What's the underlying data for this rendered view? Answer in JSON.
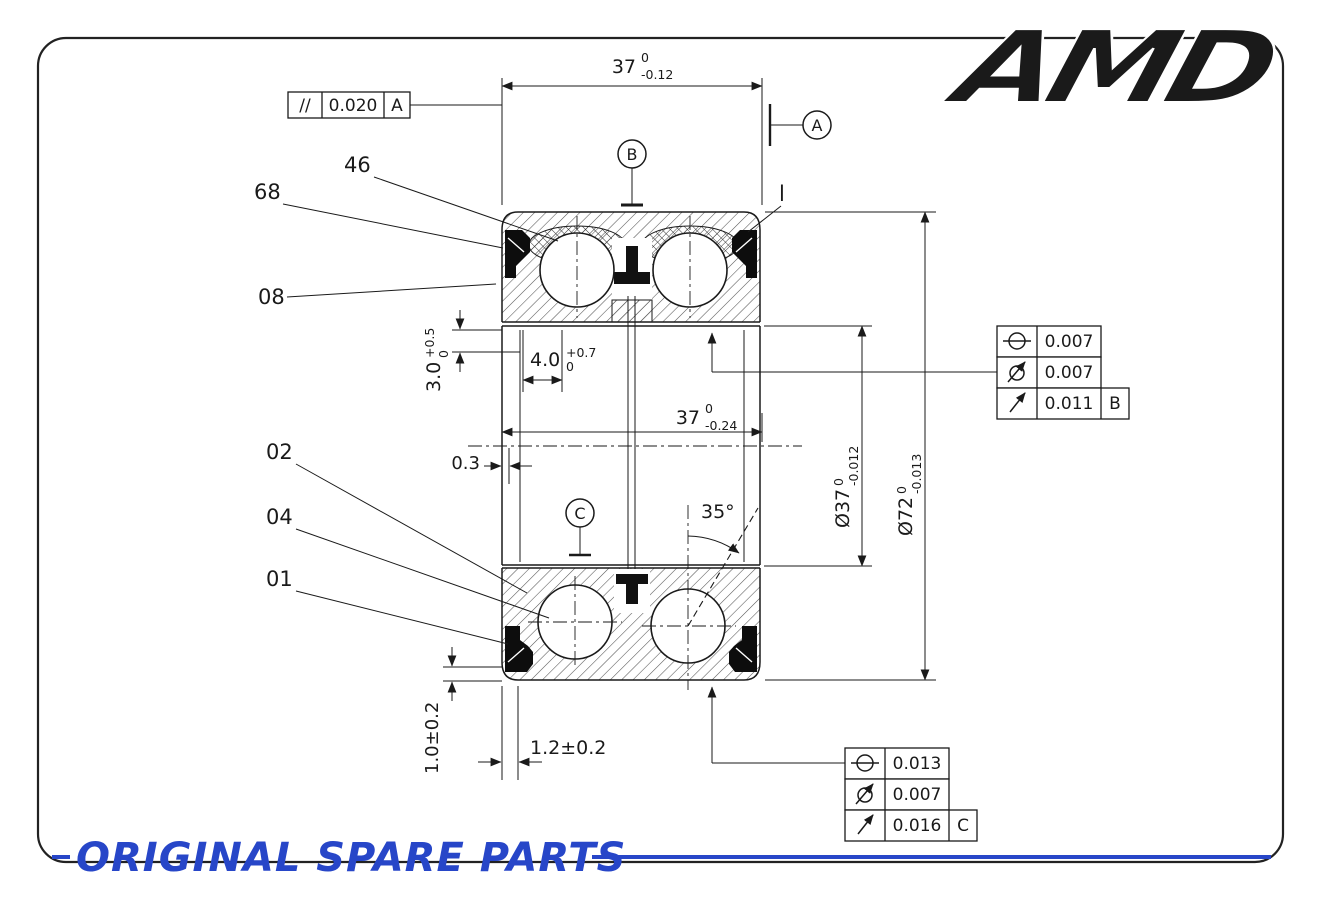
{
  "logo": {
    "text": "AMD"
  },
  "footer": {
    "text": "ORIGINAL SPARE PARTS"
  },
  "colors": {
    "brand_navy": "#16377E",
    "footer_blue": "#2746C8",
    "line": "#1a1a1a"
  },
  "part_labels": {
    "p68": "68",
    "p46": "46",
    "p08": "08",
    "p02": "02",
    "p04": "04",
    "p01": "01",
    "pl": "l"
  },
  "datums": {
    "a": "A",
    "b": "B",
    "c": "C"
  },
  "dimensions": {
    "width_outer": {
      "value": "37",
      "upper": "0",
      "lower": "-0.12"
    },
    "width_inner": {
      "value": "37",
      "upper": "0",
      "lower": "-0.24"
    },
    "bore_dia": {
      "value": "Ø37",
      "upper": "0",
      "lower": "-0.012"
    },
    "outer_dia": {
      "value": "Ø72",
      "upper": "0",
      "lower": "-0.013"
    },
    "seal_depth": {
      "value": "3.0",
      "upper": "+0.5",
      "lower": "0"
    },
    "groove_width": {
      "value": "4.0",
      "upper": "+0.7",
      "lower": "0"
    },
    "edge_offset": {
      "value": "0.3"
    },
    "contact_angle": {
      "value": "35°"
    },
    "lip_height": {
      "value": "1.0±0.2"
    },
    "lip_width": {
      "value": "1.2±0.2"
    }
  },
  "parallelism_frame": {
    "symbol": "//",
    "value": "0.020",
    "datum": "A"
  },
  "runout_frame_b": {
    "rows": [
      {
        "symbol": "face-runout",
        "value": "0.007"
      },
      {
        "symbol": "radial-runout",
        "value": "0.007"
      },
      {
        "symbol": "runout",
        "value": "0.011",
        "datum": "B"
      }
    ]
  },
  "runout_frame_c": {
    "rows": [
      {
        "symbol": "face-runout",
        "value": "0.013"
      },
      {
        "symbol": "radial-runout",
        "value": "0.007"
      },
      {
        "symbol": "runout",
        "value": "0.016",
        "datum": "C"
      }
    ]
  }
}
